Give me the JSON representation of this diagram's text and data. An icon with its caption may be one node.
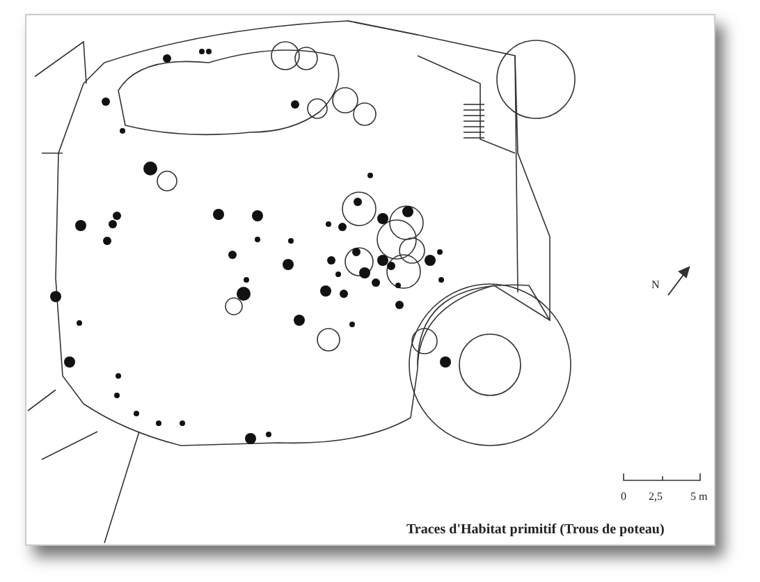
{
  "diagram": {
    "caption": "Traces d'Habitat primitif (Trous de poteau)",
    "labels": [
      "N",
      "0",
      "2,5",
      "5 m"
    ]
  }
}
